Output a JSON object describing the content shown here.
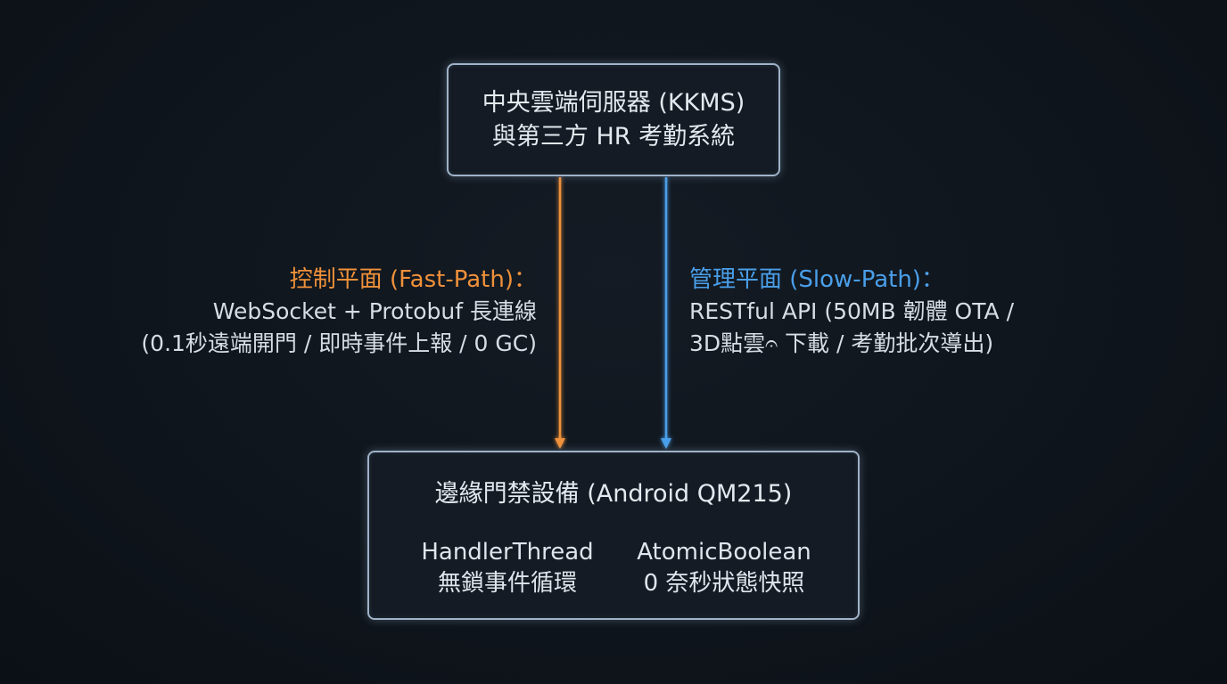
{
  "colors": {
    "fast_path": "#f0913a",
    "slow_path": "#4a9fea",
    "node_border": "#9fb3c8",
    "background": "#0f151c"
  },
  "cloud": {
    "line1": "中央雲端伺服器 (KKMS)",
    "line2": "與第三方 HR 考勤系統"
  },
  "fast_path": {
    "title": "控制平面 (Fast-Path)：",
    "line1": "WebSocket + Protobuf 長連線",
    "line2": "(0.1秒遠端開門 / 即時事件上報 / 0 GC)"
  },
  "slow_path": {
    "title": "管理平面 (Slow-Path)：",
    "line1": "RESTful API (50MB 韌體 OTA /",
    "line2": "3D點雲𝄐 下載 / 考勤批次導出)"
  },
  "edge": {
    "title": "邊緣門禁設備 (Android QM215)",
    "left": {
      "line1": "HandlerThread",
      "line2": "無鎖事件循環"
    },
    "right": {
      "line1": "AtomicBoolean",
      "line2": "0 奈秒狀態快照"
    }
  }
}
